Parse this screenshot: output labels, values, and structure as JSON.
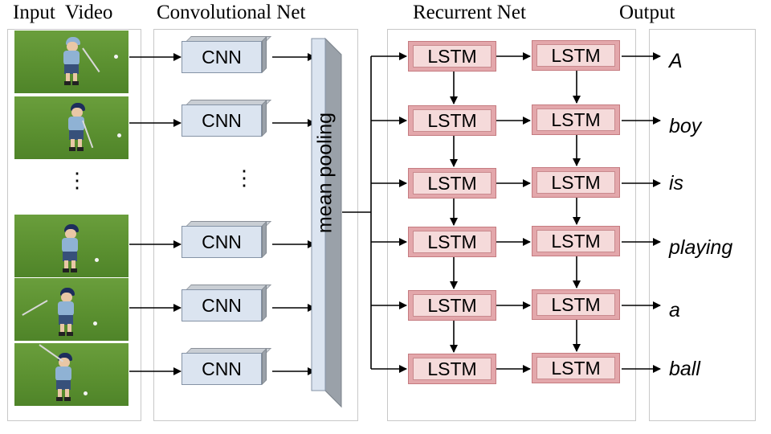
{
  "headers": {
    "input_video": "Input  Video",
    "conv_net": "Convolutional Net",
    "recurrent_net": "Recurrent Net",
    "output": "Output"
  },
  "cnn_label": "CNN",
  "ellipsis": "⋮",
  "pooling_label": "mean pooling",
  "lstm_label": "LSTM",
  "output_words": [
    "A",
    "boy",
    "is",
    "playing",
    "a",
    "ball"
  ],
  "colors": {
    "cnn_fill": "#dbe4f0",
    "pool_fill": "#dbe4f0",
    "lstm_outer": "#e3a7ab",
    "lstm_inner": "#f5dada",
    "grass": "#5b9030"
  }
}
